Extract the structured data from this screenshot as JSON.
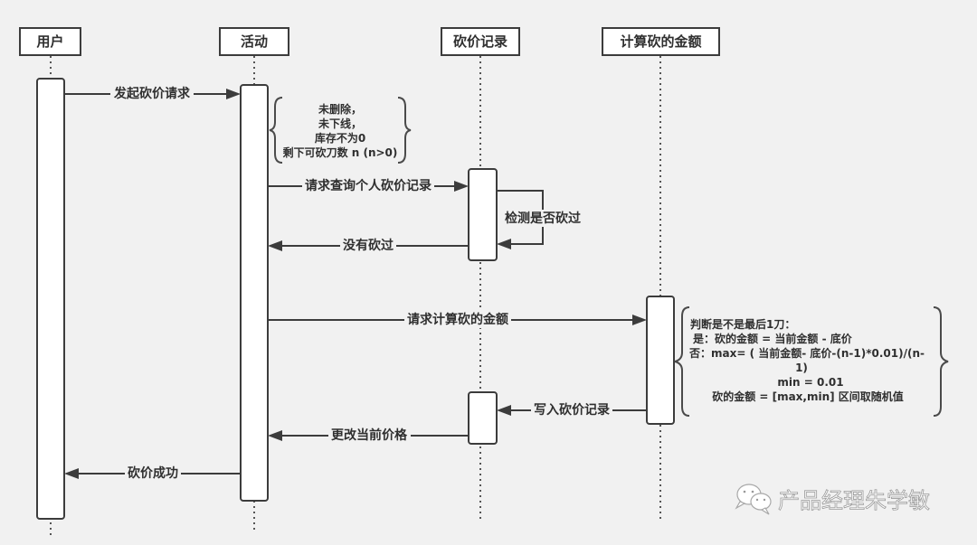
{
  "diagram": {
    "type": "sequence",
    "actors": [
      {
        "id": "user",
        "label": "用户"
      },
      {
        "id": "activity",
        "label": "活动"
      },
      {
        "id": "bargain_record",
        "label": "砍价记录"
      },
      {
        "id": "calc_amount",
        "label": "计算砍的金额"
      }
    ],
    "messages": [
      {
        "from": "user",
        "to": "activity",
        "label": "发起砍价请求"
      },
      {
        "from": "activity",
        "to": "bargain_record",
        "label": "请求查询个人砍价记录"
      },
      {
        "from": "bargain_record",
        "to": "bargain_record",
        "label": "检测是否砍过"
      },
      {
        "from": "bargain_record",
        "to": "activity",
        "label": "没有砍过"
      },
      {
        "from": "activity",
        "to": "calc_amount",
        "label": "请求计算砍的金额"
      },
      {
        "from": "calc_amount",
        "to": "bargain_record",
        "label": "写入砍价记录"
      },
      {
        "from": "bargain_record",
        "to": "activity",
        "label": "更改当前价格"
      },
      {
        "from": "activity",
        "to": "user",
        "label": "砍价成功"
      }
    ],
    "notes": [
      {
        "attached_to": "activity",
        "lines": [
          "未删除，",
          "未下线，",
          "库存不为0",
          "剩下可砍刀数 n (n>0)"
        ]
      },
      {
        "attached_to": "calc_amount",
        "lines": [
          "判断是不是最后1刀：",
          "是：砍的金额 = 当前金额 - 底价",
          "否：max= ( 当前金额- 底价-(n-1)*0.01)/(n-",
          "1)",
          "min = 0.01",
          "砍的金额 = [max,min] 区间取随机值"
        ]
      }
    ]
  },
  "watermark": {
    "icon": "wechat-icon",
    "text": "产品经理朱学敏"
  }
}
